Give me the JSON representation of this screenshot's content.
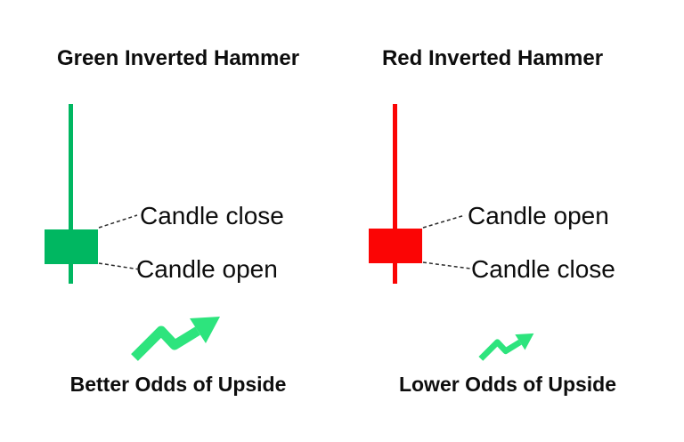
{
  "colors": {
    "background": "#ffffff",
    "green_candle": "#00b761",
    "red_candle": "#fb0505",
    "arrow_green": "#2de47d",
    "text": "#0d0d0d",
    "leader_line": "#2a2a2a"
  },
  "panels": {
    "green": {
      "title": "Green Inverted Hammer",
      "label_top": "Candle close",
      "label_bottom": "Candle open",
      "caption": "Better Odds of Upside",
      "candle_color": "#00b761"
    },
    "red": {
      "title": "Red Inverted Hammer",
      "label_top": "Candle open",
      "label_bottom": "Candle close",
      "caption": "Lower Odds of Upside",
      "candle_color": "#fb0505"
    }
  },
  "icons": {
    "left_arrow": "trend-up-arrow-icon",
    "right_arrow": "trend-up-arrow-icon"
  }
}
